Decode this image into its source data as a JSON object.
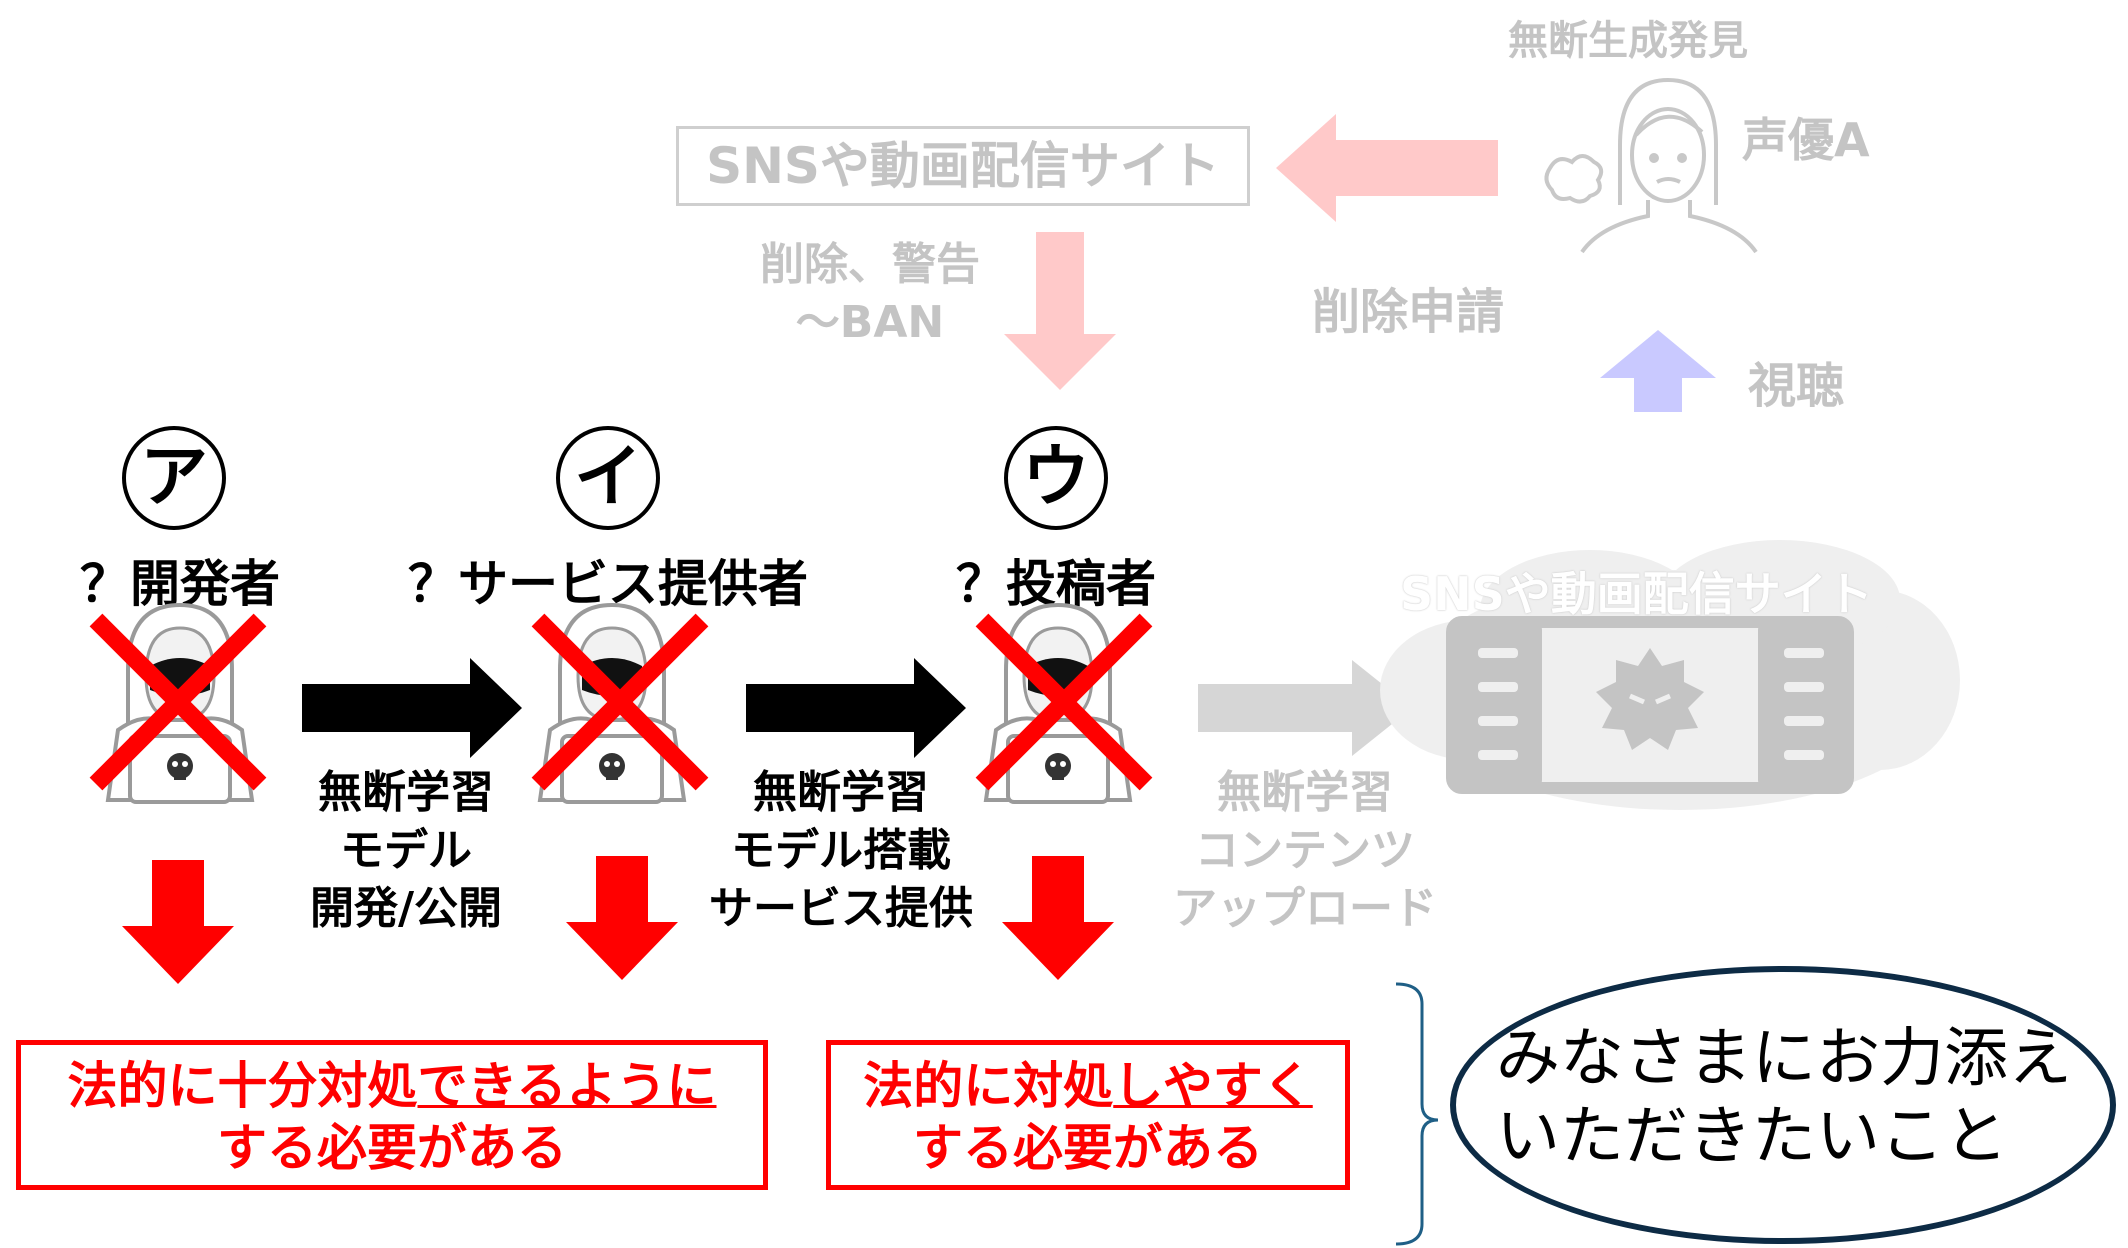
{
  "top_flow": {
    "discovery_label": "無断生成発見",
    "voice_actor_label": "声優A",
    "sns_box_label": "SNSや動画配信サイト",
    "takedown_request_label": "削除申請",
    "moderation_label_line1": "削除、警告",
    "moderation_label_line2": "〜BAN",
    "viewing_label": "視聴"
  },
  "actors": [
    {
      "circle_label": "ア",
      "role": "？開発者"
    },
    {
      "circle_label": "イ",
      "role": "？サービス提供者"
    },
    {
      "circle_label": "ウ",
      "role": "？投稿者"
    }
  ],
  "flow_labels": [
    {
      "lines": [
        "無断学習",
        "モデル",
        "開発/公開"
      ]
    },
    {
      "lines": [
        "無断学習",
        "モデル搭載",
        "サービス提供"
      ]
    },
    {
      "lines": [
        "無断学習",
        "コンテンツ",
        "アップロード"
      ]
    }
  ],
  "platform_cloud_label": "SNSや動画配信サイト",
  "needs": [
    {
      "line1_plain": "法的に十分対処",
      "line1_underlined": "できるように",
      "line2": "する必要がある"
    },
    {
      "line1_plain": "法的に対処",
      "line1_underlined": "しやすく",
      "line2": "する必要がある"
    }
  ],
  "request_ellipse": {
    "line1": "みなさまにお力添え",
    "line2": "いただきたいこと"
  },
  "colors": {
    "red": "#ff0000",
    "faded_red": "#ffc9c9",
    "faded_blue": "#c9c9ff",
    "faded_gray": "#bdbdbd",
    "ellipse_border": "#0d2b45",
    "bracket": "#1f5f86"
  }
}
